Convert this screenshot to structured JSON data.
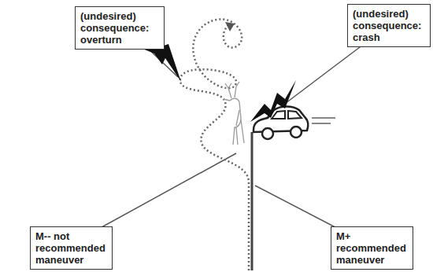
{
  "diagram": {
    "nodes": [
      {
        "text": [
          "(undesired) consequence: overturn"
        ]
      },
      {
        "text": [
          "(undesired) consequence: crash"
        ]
      },
      {
        "text": [
          "M-- not recommended maneuver"
        ]
      },
      {
        "text": [
          "M+ recommended maneuver"
        ]
      }
    ]
  }
}
